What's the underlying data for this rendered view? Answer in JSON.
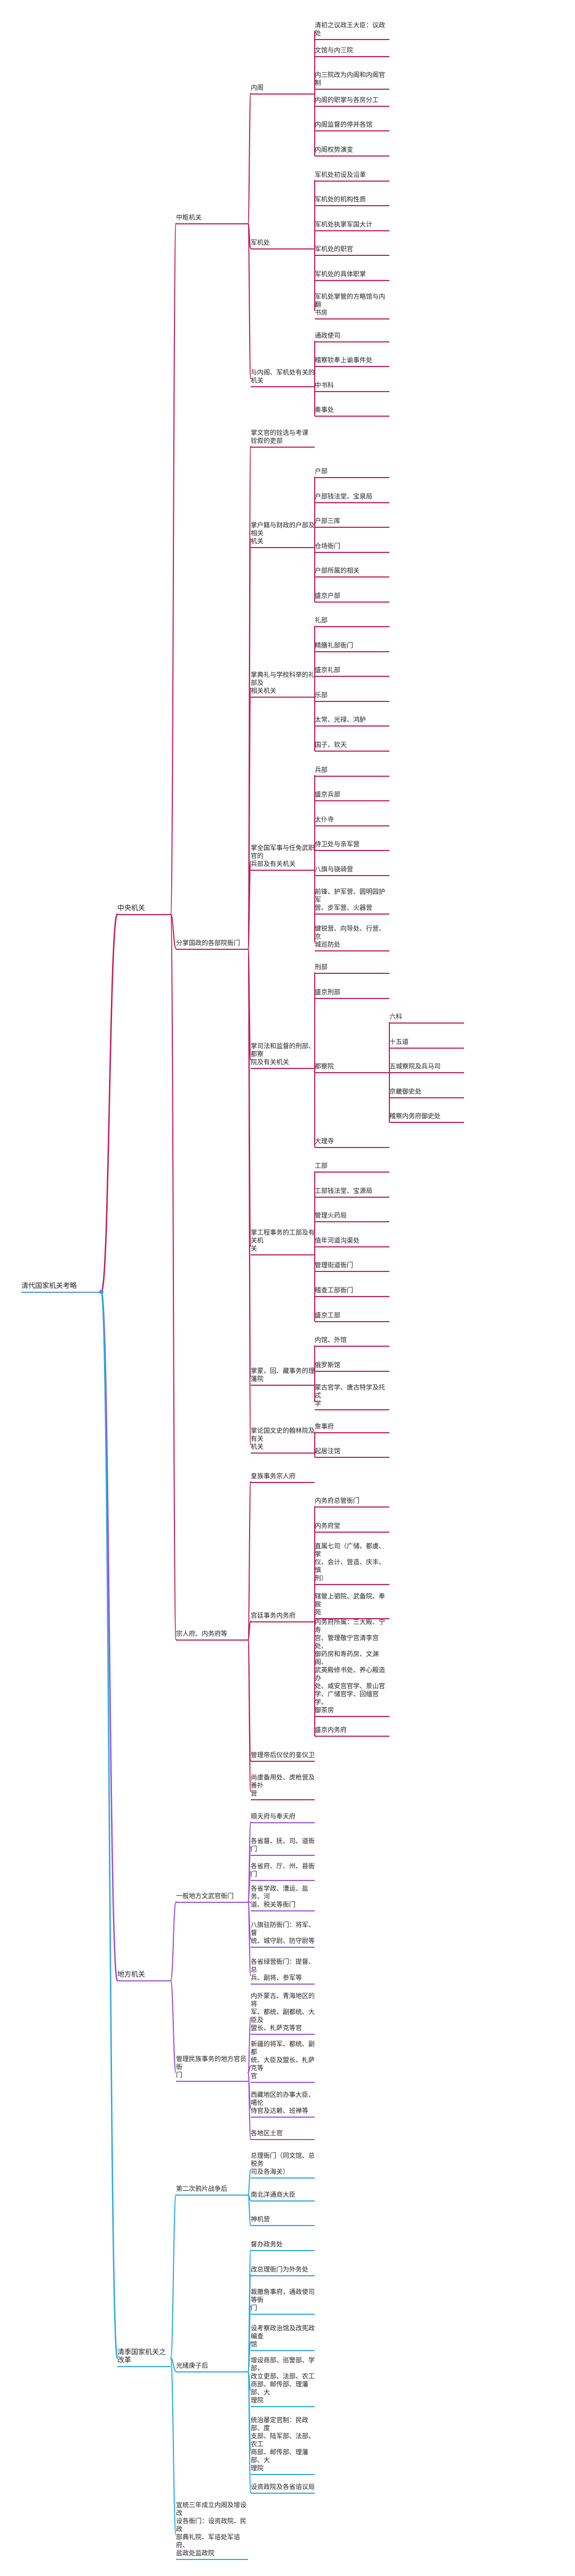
{
  "colors": {
    "red": "#c2185b",
    "blue": "#29a8e0",
    "purple": "#9b4fd6",
    "root_dot": "#4a90e2",
    "text": "#222222"
  },
  "tree": {
    "text": "清代国家机关考略",
    "children": [
      {
        "text": "中央机关",
        "color": "red",
        "children": [
          {
            "text": "中枢机关",
            "children": [
              {
                "text": "内阁",
                "children": [
                  {
                    "text": "清初之议政王大臣：议政处"
                  },
                  {
                    "text": "文馆与内三院"
                  },
                  {
                    "text": "内三院改为内阁和内阁官制"
                  },
                  {
                    "text": "内阁的职掌与各房分工"
                  },
                  {
                    "text": "内阁监督的停并各馆"
                  },
                  {
                    "text": "内阁权势演变"
                  }
                ]
              },
              {
                "text": "军机处",
                "children": [
                  {
                    "text": "军机处初设及沿革"
                  },
                  {
                    "text": "军机处的机构性质"
                  },
                  {
                    "text": "军机处执掌军国大计"
                  },
                  {
                    "text": "军机处的职官"
                  },
                  {
                    "text": "军机处的具体职掌"
                  },
                  {
                    "text": "军机处掌管的方略馆与内翻\n书房"
                  }
                ]
              },
              {
                "text": "与内阁、军机处有关的机关",
                "children": [
                  {
                    "text": "通政使司"
                  },
                  {
                    "text": "稽察钦奉上谕事件处"
                  },
                  {
                    "text": "中书科"
                  },
                  {
                    "text": "奏事处"
                  }
                ]
              }
            ]
          },
          {
            "text": "分掌国政的各部院衙门",
            "children": [
              {
                "text": "掌文官的铨选与考课\n铨叙的吏部"
              },
              {
                "text": "掌户籍与财政的户部及相关\n机关",
                "children": [
                  {
                    "text": "户部"
                  },
                  {
                    "text": "户部钱法堂、宝泉局"
                  },
                  {
                    "text": "户部三库"
                  },
                  {
                    "text": "仓场衙门"
                  },
                  {
                    "text": "户部所属的相关"
                  },
                  {
                    "text": "盛京户部"
                  }
                ]
              },
              {
                "text": "掌典礼与学校科举的礼部及\n相关机关",
                "children": [
                  {
                    "text": "礼部"
                  },
                  {
                    "text": "精膳礼部衙门"
                  },
                  {
                    "text": "盛京礼部"
                  },
                  {
                    "text": "乐部"
                  },
                  {
                    "text": "太常、光禄、鸿胪"
                  },
                  {
                    "text": "国子、钦天"
                  }
                ]
              },
              {
                "text": "掌全国军事与任免武职官的\n兵部及有关机关",
                "children": [
                  {
                    "text": "兵部"
                  },
                  {
                    "text": "盛京兵部"
                  },
                  {
                    "text": "太仆寺"
                  },
                  {
                    "text": "侍卫处与亲军营"
                  },
                  {
                    "text": "八旗与骁骑营"
                  },
                  {
                    "text": "前锋、护军营、圆明园护军\n营、步军营、火器营"
                  },
                  {
                    "text": "健锐营、向导处、行营、京\n城巡防处"
                  }
                ]
              },
              {
                "text": "掌司法和监督的刑部、都察\n院及有关机关",
                "children": [
                  {
                    "text": "刑部"
                  },
                  {
                    "text": "盛京刑部"
                  },
                  {
                    "text": "都察院",
                    "children": [
                      {
                        "text": "六科"
                      },
                      {
                        "text": "十五道"
                      },
                      {
                        "text": "五城察院及兵马司"
                      },
                      {
                        "text": "京畿御史处"
                      },
                      {
                        "text": "稽察内务府御史处"
                      }
                    ]
                  },
                  {
                    "text": "大理寺"
                  }
                ]
              },
              {
                "text": "掌工程事务的工部及有关机\n关",
                "children": [
                  {
                    "text": "工部"
                  },
                  {
                    "text": "工部钱法堂、宝源局"
                  },
                  {
                    "text": "管理火药局"
                  },
                  {
                    "text": "值年河道沟渠处"
                  },
                  {
                    "text": "管理街道衙门"
                  },
                  {
                    "text": "稽查工部衙门"
                  },
                  {
                    "text": "盛京工部"
                  }
                ]
              },
              {
                "text": "掌蒙、回、藏事务的理藩院",
                "children": [
                  {
                    "text": "内馆、外馆"
                  },
                  {
                    "text": "俄罗斯馆"
                  },
                  {
                    "text": "蒙古官学、唐古特学及托忒\n学"
                  }
                ]
              },
              {
                "text": "掌论国文史的翰林院及有关\n机关",
                "children": [
                  {
                    "text": "詹事府"
                  },
                  {
                    "text": "起居注馆"
                  }
                ]
              }
            ]
          },
          {
            "text": "宗人府、内务府等",
            "children": [
              {
                "text": "皇族事务宗人府"
              },
              {
                "text": "宫廷事务内务府",
                "children": [
                  {
                    "text": "内务府总管衙门"
                  },
                  {
                    "text": "内务府堂"
                  },
                  {
                    "text": "直属七司（广储、都虞、掌\n仪、会计、营造、庆丰、慎\n刑）"
                  },
                  {
                    "text": "辖管上驷院、武备院、奉宸\n苑"
                  },
                  {
                    "text": "内务府所属：三大殿、宁寿\n宫、管理敬宁宫清李宫处、\n御药房和寿药房、文渊阁、\n武英殿修书处、养心殿造办\n处、咸安宫官学、景山官\n学、广储官学、回缅官学、\n御茶房"
                  },
                  {
                    "text": "盛京内务府"
                  }
                ]
              },
              {
                "text": "管理帝后仪仗的銮仪卫"
              },
              {
                "text": "尚虞备用处、虎枪营及善扑\n营"
              }
            ]
          }
        ]
      },
      {
        "text": "地方机关",
        "color": "purple",
        "children": [
          {
            "text": "一般地方文武官衙门",
            "children": [
              {
                "text": "顺天府与奉天府"
              },
              {
                "text": "各省督、抚、司、道衙门"
              },
              {
                "text": "各省府、厅、州、县衙门"
              },
              {
                "text": "各省学政、漕运、盐务、河\n道、税关等衙门"
              },
              {
                "text": "八旗驻防衙门：将军、督\n统、城守尉、防守尉等"
              },
              {
                "text": "各省绿营衙门：提督、总\n兵、副将、参军等"
              }
            ]
          },
          {
            "text": "管理民族事务的地方官员衙\n门",
            "children": [
              {
                "text": "内外蒙古、青海地区的将\n军、都统、副都统、大臣及\n盟长、札萨克等官"
              },
              {
                "text": "新疆的将军、都统、副都\n统、大臣及盟长、札萨克等\n官"
              },
              {
                "text": "西藏地区的办事大臣、噶伦\n侍官及达赖、班禅等"
              },
              {
                "text": "各地区土官"
              }
            ]
          }
        ]
      },
      {
        "text": "清季国家机关之改革",
        "color": "blue",
        "children": [
          {
            "text": "第二次鸦片战争后",
            "children": [
              {
                "text": "总理衙门（同文馆、总税务\n司及各海关）"
              },
              {
                "text": "南北洋通商大臣"
              },
              {
                "text": "神机营"
              }
            ]
          },
          {
            "text": "光绪庚子后",
            "children": [
              {
                "text": "督办政务处"
              },
              {
                "text": "改总理衙门为外务处"
              },
              {
                "text": "裁撤詹事府，通政使司等衙\n门"
              },
              {
                "text": "设考察政治馆及改宪政编查\n馆"
              },
              {
                "text": "增设商部、巡警部、学部，\n改立吏部、法部、农工\n商部、邮传部、理藩部、大\n理院"
              },
              {
                "text": "统治屡定官制：民政部、度\n支部、陆军部、法部、农工\n商部、邮传部、理藩部、大\n理院"
              },
              {
                "text": "设资政院及各省谘议局"
              }
            ]
          },
          {
            "text": "宣统三年成立内阁及增设改\n设各衙门：设资政院、民政\n部典礼院、军谘处军谘府、\n盐政处监政院"
          }
        ]
      }
    ]
  }
}
